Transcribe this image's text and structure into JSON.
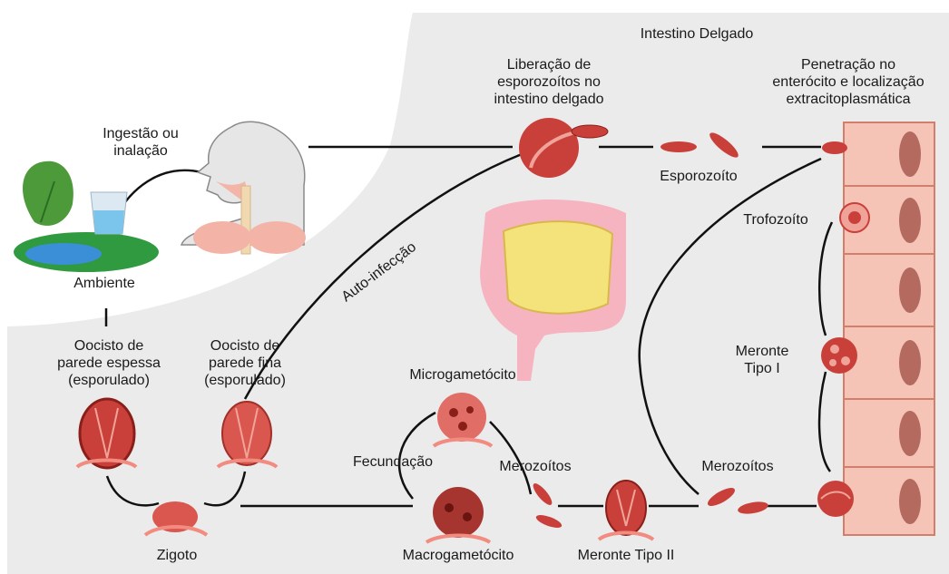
{
  "labels": {
    "intestino_delgado": "Intestino Delgado",
    "ingestao": "Ingestão ou\ninalação",
    "ambiente": "Ambiente",
    "liberacao": "Liberação de\nesporozoítos no\nintestino delgado",
    "penetracao": "Penetração no\nenterócito e localização\nextracitoplasmática",
    "esporozoito": "Esporozoíto",
    "trofozoito": "Trofozoíto",
    "auto_infeccao": "Auto-infecção",
    "meronte_tipo_i": "Meronte\nTipo I",
    "oocisto_espessa": "Oocisto de\nparede espessa\n(esporulado)",
    "oocisto_fina": "Oocisto de\nparede fina\n(esporulado)",
    "microgametocito": "Microgametócito",
    "fecundacao": "Fecundação",
    "merozoitos_1": "Merozoítos",
    "merozoitos_2": "Merozoítos",
    "zigoto": "Zigoto",
    "macrogametocito": "Macrogametócito",
    "meronte_tipo_ii": "Meronte Tipo II"
  },
  "colors": {
    "background_gray": "#ebebeb",
    "parasite_red": "#c9403a",
    "parasite_light": "#f0a398",
    "cell_pink": "#f6c3b7",
    "intestine_yellow": "#f4e27a",
    "leaf_green": "#4c9a3a",
    "water_blue": "#3a8fd6"
  }
}
